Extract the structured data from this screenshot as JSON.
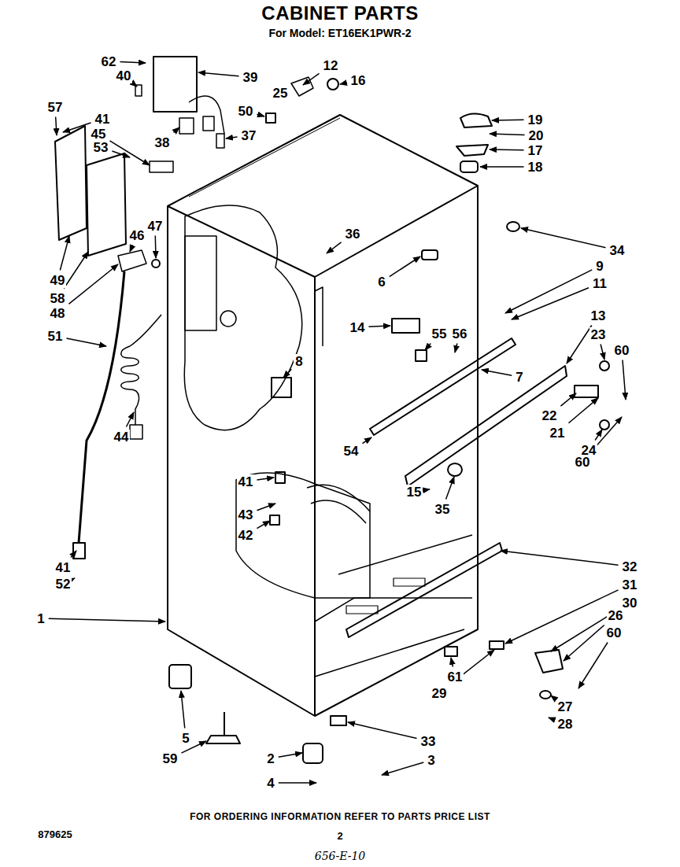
{
  "diagram": {
    "title": "CABINET PARTS",
    "labels": [
      "For Model: ET16EK1PWR-2",
      "62",
      "12",
      "39",
      "40",
      "16",
      "25",
      "57",
      "41",
      "50",
      "45",
      "19",
      "37",
      "38",
      "53",
      "20",
      "17",
      "18",
      "47",
      "36",
      "46",
      "34",
      "9",
      "49",
      "6",
      "11",
      "58",
      "48",
      "13",
      "14",
      "55",
      "56",
      "23",
      "51",
      "60",
      "8",
      "7",
      "22",
      "21",
      "44",
      "54",
      "24",
      "60",
      "41",
      "15",
      "43",
      "35",
      "42",
      "32",
      "41",
      "31",
      "52",
      "30",
      "26",
      "1",
      "60",
      "61",
      "29",
      "27",
      "28",
      "5",
      "33",
      "59",
      "2",
      "3",
      "4",
      "FOR ORDERING INFORMATION REFER TO PARTS PRICE LIST",
      "879625",
      "2",
      "656-E-10"
    ]
  }
}
